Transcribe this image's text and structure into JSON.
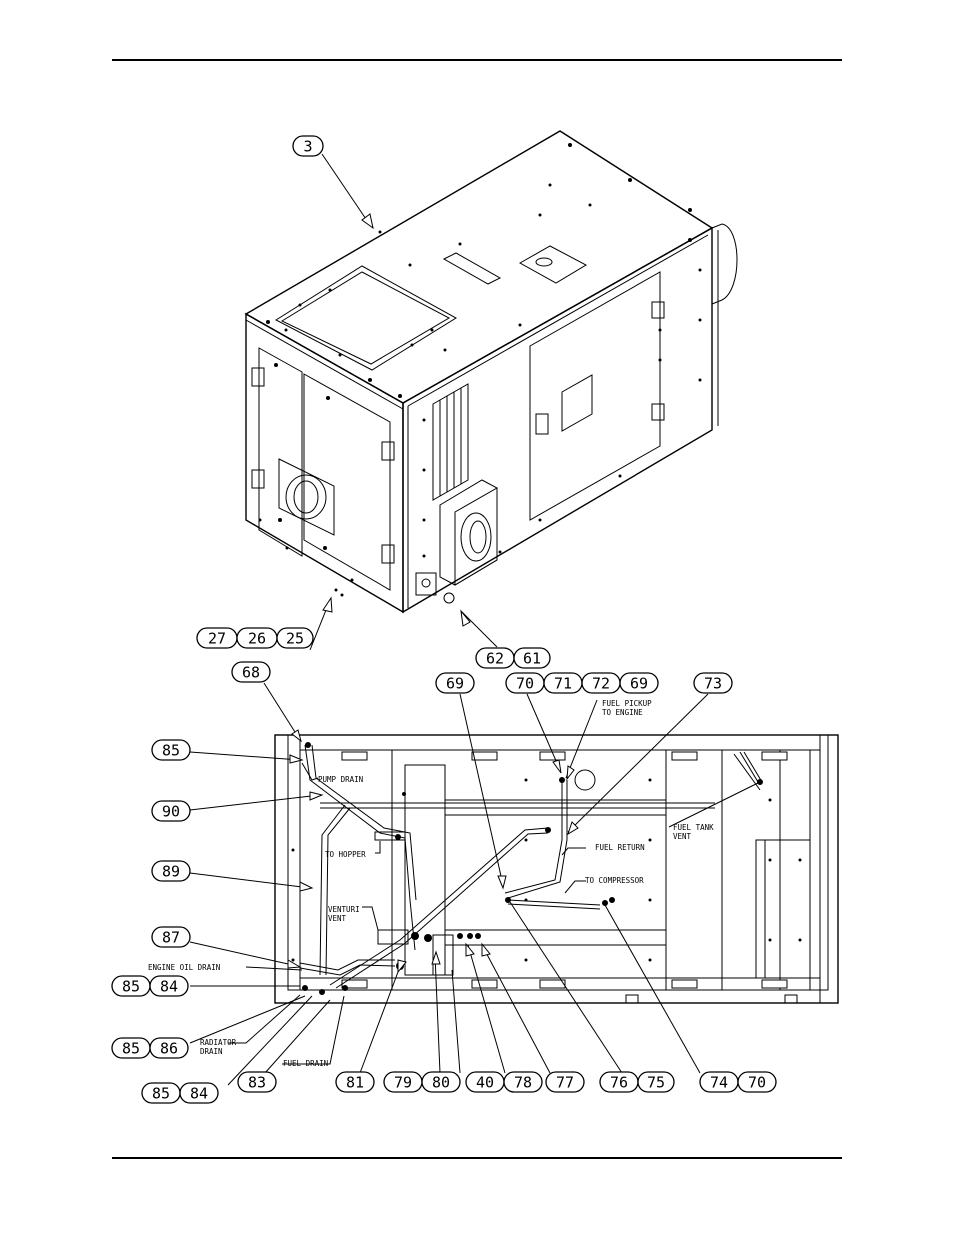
{
  "callouts": {
    "c3": "3",
    "c27": "27",
    "c26": "26",
    "c25": "25",
    "c62": "62",
    "c61": "61",
    "c68": "68",
    "c69a": "69",
    "c70a": "70",
    "c71": "71",
    "c72": "72",
    "c69b": "69",
    "c73": "73",
    "c85a": "85",
    "c90": "90",
    "c89": "89",
    "c87": "87",
    "c85b": "85",
    "c84a": "84",
    "c85c": "85",
    "c86": "86",
    "c83": "83",
    "c85d": "85",
    "c84b": "84",
    "c81": "81",
    "c79": "79",
    "c80": "80",
    "c40": "40",
    "c78": "78",
    "c77": "77",
    "c76": "76",
    "c75": "75",
    "c74": "74",
    "c70b": "70"
  },
  "labels": {
    "pump_drain": "PUMP DRAIN",
    "to_hopper": "TO HOPPER",
    "venturi_1": "VENTURI",
    "venturi_2": "VENT",
    "engine_oil_drain": "ENGINE OIL DRAIN",
    "radiator_1": "RADIATOR",
    "radiator_2": "DRAIN",
    "fuel_drain": "FUEL DRAIN",
    "fuel_pickup_1": "FUEL PICKUP",
    "fuel_pickup_2": "TO ENGINE",
    "fuel_return": "FUEL RETURN",
    "to_compressor": "TO COMPRESSOR",
    "fuel_tank_1": "FUEL TANK",
    "fuel_tank_2": "VENT"
  }
}
